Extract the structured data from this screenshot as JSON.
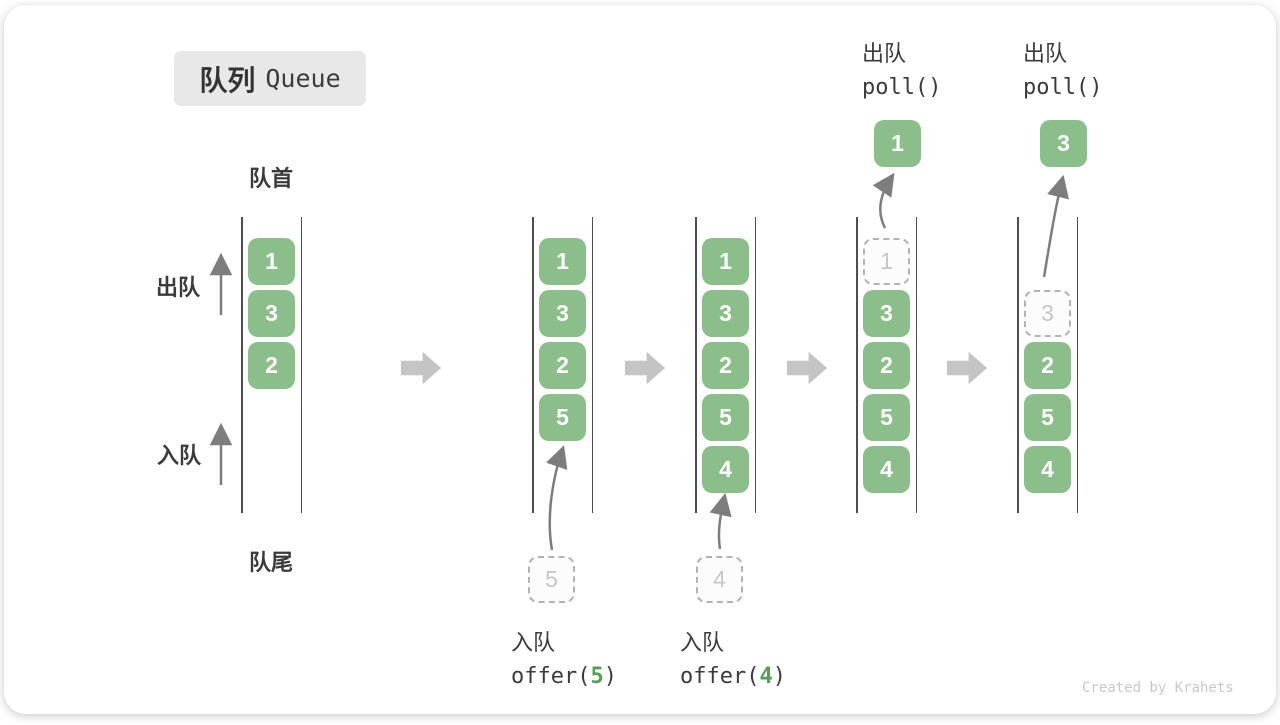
{
  "title": {
    "zh": "队列",
    "en": "Queue"
  },
  "labels": {
    "front": "队首",
    "rear": "队尾",
    "dequeue_side": "出队",
    "enqueue_side": "入队"
  },
  "operations": {
    "offer5": {
      "label": "入队",
      "code_pre": "offer(",
      "arg": "5",
      "code_post": ")"
    },
    "offer4": {
      "label": "入队",
      "code_pre": "offer(",
      "arg": "4",
      "code_post": ")"
    },
    "poll1": {
      "label": "出队",
      "code": "poll()"
    },
    "poll2": {
      "label": "出队",
      "code": "poll()"
    }
  },
  "queues": [
    {
      "name": "initial",
      "slots": [
        {
          "row": 0,
          "value": "1",
          "type": "filled"
        },
        {
          "row": 1,
          "value": "3",
          "type": "filled"
        },
        {
          "row": 2,
          "value": "2",
          "type": "filled"
        }
      ]
    },
    {
      "name": "after-offer-5",
      "incoming": "5",
      "slots": [
        {
          "row": 0,
          "value": "1",
          "type": "filled"
        },
        {
          "row": 1,
          "value": "3",
          "type": "filled"
        },
        {
          "row": 2,
          "value": "2",
          "type": "filled"
        },
        {
          "row": 3,
          "value": "5",
          "type": "filled"
        }
      ]
    },
    {
      "name": "after-offer-4",
      "incoming": "4",
      "slots": [
        {
          "row": 0,
          "value": "1",
          "type": "filled"
        },
        {
          "row": 1,
          "value": "3",
          "type": "filled"
        },
        {
          "row": 2,
          "value": "2",
          "type": "filled"
        },
        {
          "row": 3,
          "value": "5",
          "type": "filled"
        },
        {
          "row": 4,
          "value": "4",
          "type": "filled"
        }
      ]
    },
    {
      "name": "after-poll-1",
      "popped": "1",
      "slots": [
        {
          "row": 0,
          "value": "1",
          "type": "ghost"
        },
        {
          "row": 1,
          "value": "3",
          "type": "filled"
        },
        {
          "row": 2,
          "value": "2",
          "type": "filled"
        },
        {
          "row": 3,
          "value": "5",
          "type": "filled"
        },
        {
          "row": 4,
          "value": "4",
          "type": "filled"
        }
      ]
    },
    {
      "name": "after-poll-3",
      "popped": "3",
      "slots": [
        {
          "row": 1,
          "value": "3",
          "type": "ghost"
        },
        {
          "row": 2,
          "value": "2",
          "type": "filled"
        },
        {
          "row": 3,
          "value": "5",
          "type": "filled"
        },
        {
          "row": 4,
          "value": "4",
          "type": "filled"
        }
      ]
    }
  ],
  "watermark": "Created by Krahets",
  "colors": {
    "box_green": "#8cbe8c",
    "box_text": "#ffffff",
    "arg_green": "#55a055",
    "ghost_border": "#b3b3b3",
    "ghost_text": "#c6c6c6",
    "wall": "#4e4e4e",
    "thin_arrow": "#7d7d7d",
    "block_arrow": "#c4c4c4",
    "text_dark": "#3b3b3b",
    "title_bg": "#e8e8e8",
    "watermark_gray": "#c8c8c8"
  }
}
